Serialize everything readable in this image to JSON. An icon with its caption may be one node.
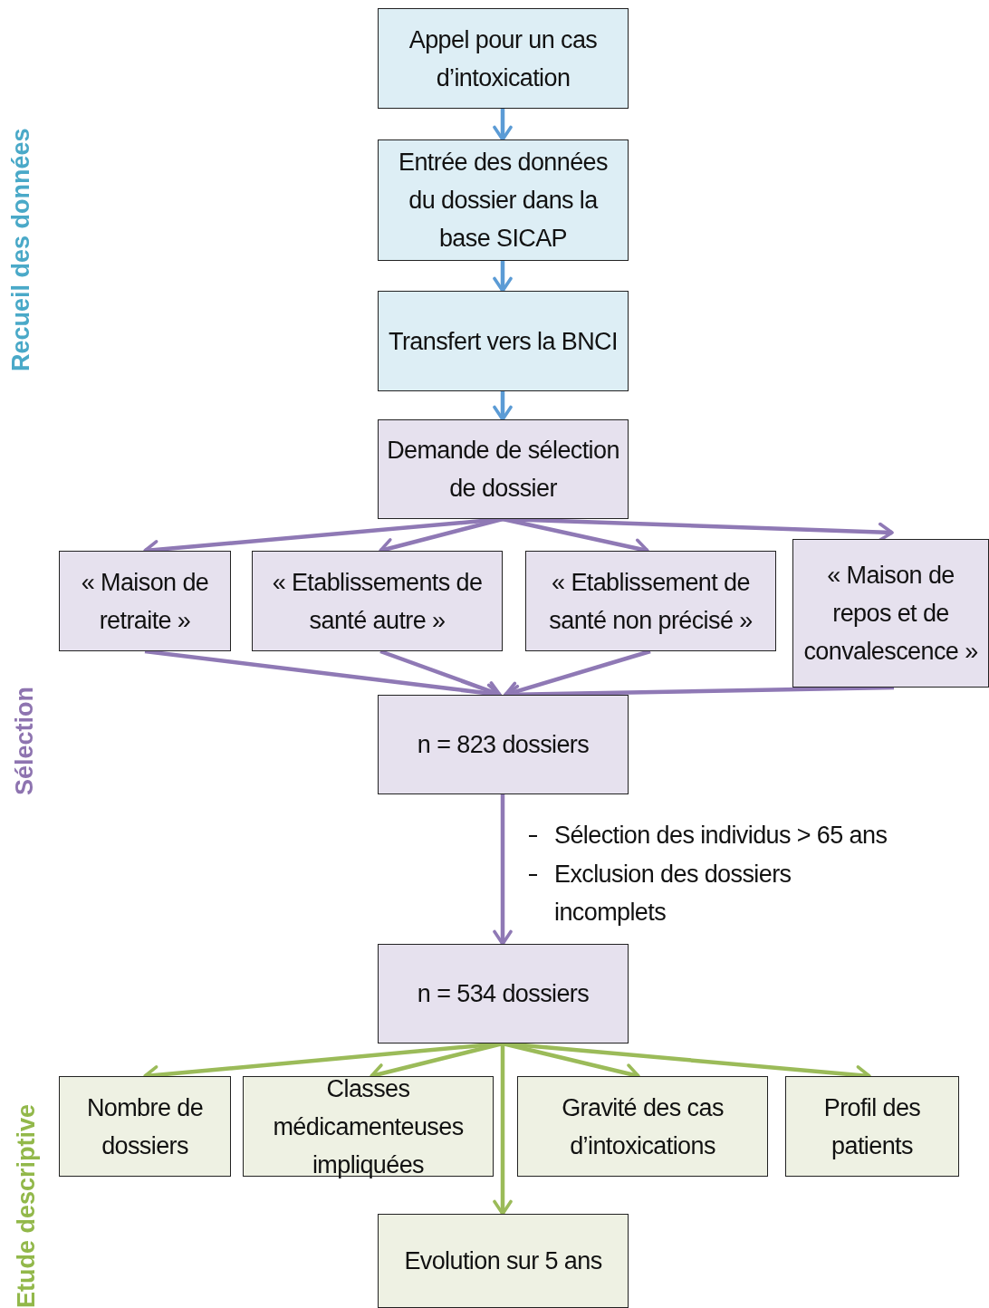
{
  "diagram": {
    "nodes": [
      {
        "text": [
          "Appel pour un cas d’intoxication"
        ]
      },
      {
        "text": [
          "Entrée des données du dossier dans la base SICAP"
        ]
      },
      {
        "text": [
          "Transfert vers la BNCI"
        ]
      },
      {
        "text": [
          "Demande de sélection de dossier"
        ]
      },
      {
        "text": [
          "« Maison de retraite »"
        ]
      },
      {
        "text": [
          "« Etablissements de santé autre »"
        ]
      },
      {
        "text": [
          "« Etablissement de santé non précisé »"
        ]
      },
      {
        "text": [
          "« Maison de repos et de convalescence »"
        ]
      },
      {
        "text": [
          "n = 823 dossiers"
        ]
      },
      {
        "text": [
          "n = 534 dossiers"
        ]
      },
      {
        "text": [
          "Nombre de dossiers"
        ]
      },
      {
        "text": [
          "Classes médicamenteuses impliquées"
        ]
      },
      {
        "text": [
          "Gravité des cas d’intoxications"
        ]
      },
      {
        "text": [
          "Profil des patients"
        ]
      },
      {
        "text": [
          "Evolution sur 5 ans"
        ]
      }
    ],
    "edges": [
      {
        "from": 0,
        "to": 1,
        "arrow": "to",
        "color": "#5b9bd5"
      },
      {
        "from": 1,
        "to": 2,
        "arrow": "to",
        "color": "#5b9bd5"
      },
      {
        "from": 2,
        "to": 3,
        "arrow": "to",
        "color": "#5b9bd5"
      },
      {
        "from": 3,
        "to": 4,
        "arrow": "to"
      },
      {
        "from": 3,
        "to": 5,
        "arrow": "to"
      },
      {
        "from": 3,
        "to": 6,
        "arrow": "to"
      },
      {
        "from": 3,
        "to": 7,
        "arrow": "to"
      },
      {
        "from": 4,
        "to": 8,
        "arrow": "to"
      },
      {
        "from": 5,
        "to": 8,
        "arrow": "to"
      },
      {
        "from": 6,
        "to": 8,
        "arrow": "to"
      },
      {
        "from": 7,
        "to": 8,
        "arrow": "to"
      },
      {
        "from": 8,
        "to": 9,
        "arrow": "to"
      },
      {
        "from": 9,
        "to": 10,
        "arrow": "to",
        "color": "#9bbb59"
      },
      {
        "from": 9,
        "to": 11,
        "arrow": "to",
        "color": "#9bbb59"
      },
      {
        "from": 9,
        "to": 12,
        "arrow": "to",
        "color": "#9bbb59"
      },
      {
        "from": 9,
        "to": 13,
        "arrow": "to",
        "color": "#9bbb59"
      },
      {
        "from": 9,
        "to": 14,
        "arrow": "to",
        "color": "#9bbb59"
      }
    ],
    "labels": [
      "Recueil des données",
      "Sélection",
      "Etude descriptive",
      "Sélection des individus > 65 ans",
      "Exclusion des dossiers incomplets"
    ]
  }
}
